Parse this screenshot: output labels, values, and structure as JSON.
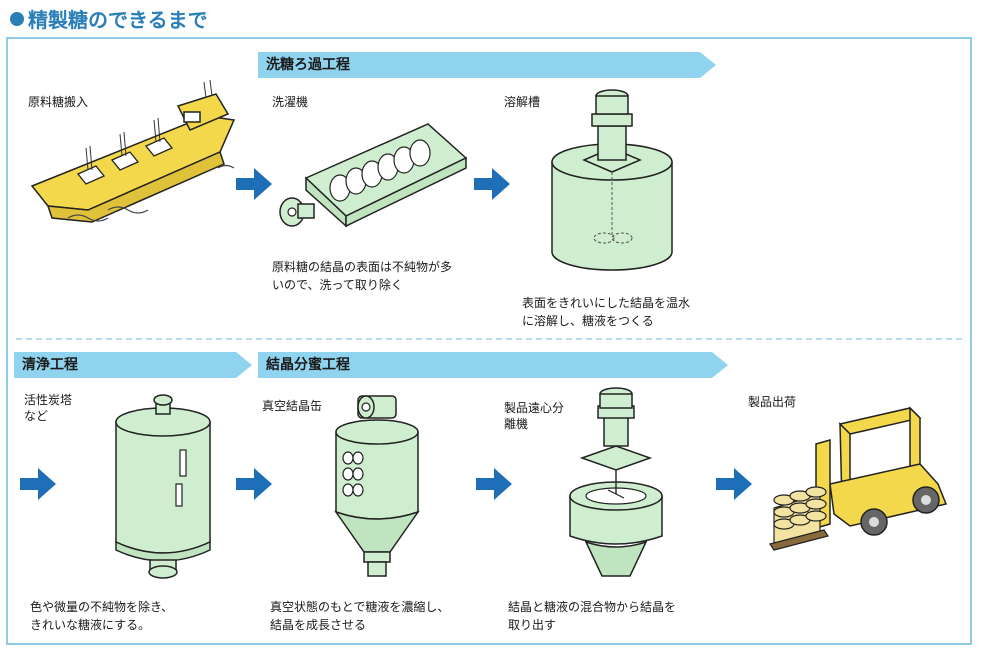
{
  "title": "●精製糖のできるまで",
  "title_text": "精製糖のできるまで",
  "banners": {
    "wash": "洗糖ろ過工程",
    "clean": "清浄工程",
    "crystal": "結晶分蜜工程"
  },
  "steps": {
    "raw_import": "原料糖搬入",
    "washer": "洗濯機",
    "dissolve_tank": "溶解槽",
    "activated_carbon_line1": "活性炭塔",
    "activated_carbon_line2": "など",
    "vacuum_pan": "真空結晶缶",
    "centrifuge_line1": "製品遠心分",
    "centrifuge_line2": "離機",
    "shipping": "製品出荷"
  },
  "descriptions": {
    "washer_line1": "原料糖の結晶の表面は不純物が多",
    "washer_line2": "いので、洗って取り除く",
    "dissolve_line1": "表面をきれいにした結晶を温水",
    "dissolve_line2": "に溶解し、糖液をつくる",
    "carbon_line1": "色や微量の不純物を除き、",
    "carbon_line2": "きれいな糖液にする。",
    "vacuum_line1": "真空状態のもとで糖液を濃縮し、",
    "vacuum_line2": "結晶を成長させる",
    "centrifuge_line1": "結晶と糖液の混合物から結晶を",
    "centrifuge_line2": "取り出す"
  },
  "colors": {
    "accent": "#2a7fb8",
    "banner": "#8fd3ef",
    "arrow": "#1f6fb8",
    "machine_fill": "#cfeecf",
    "ship_fill": "#f2d84a",
    "frame": "#8fcbe6"
  },
  "icons": [
    "ship-icon",
    "washer-icon",
    "dissolving-tank-icon",
    "carbon-tower-icon",
    "vacuum-pan-icon",
    "centrifuge-icon",
    "forklift-icon",
    "right-arrow-icon"
  ]
}
